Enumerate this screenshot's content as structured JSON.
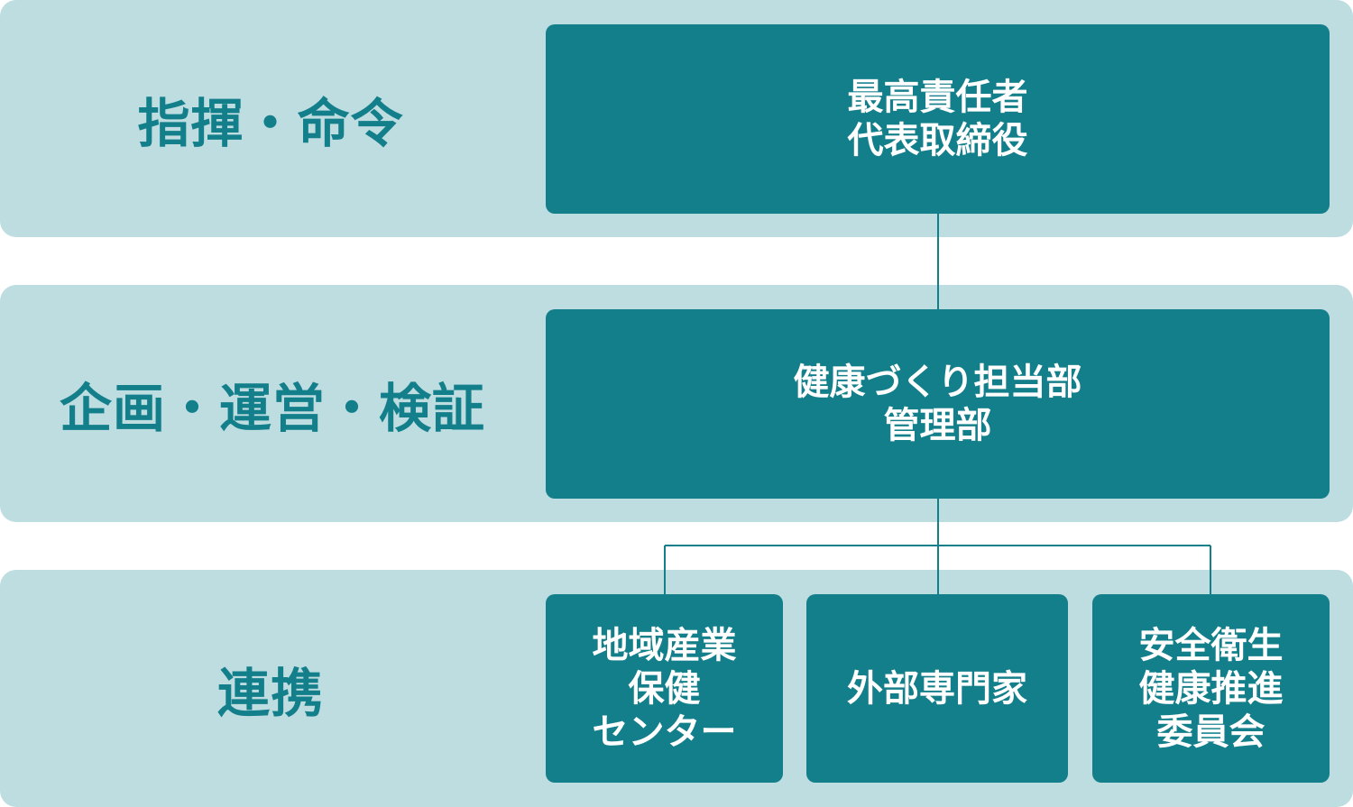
{
  "bands": {
    "command": {
      "label": "指揮・命令"
    },
    "planning": {
      "label": "企画・運営・検証"
    },
    "coordination": {
      "label": "連携"
    }
  },
  "boxes": {
    "top": {
      "line1": "最高責任者",
      "line2": "代表取締役"
    },
    "middle": {
      "line1": "健康づくり担当部",
      "line2": "管理部"
    },
    "regional_center": {
      "line1": "地域産業",
      "line2": "保健",
      "line3": "センター"
    },
    "external_experts": {
      "line1": "外部専門家"
    },
    "safety_committee": {
      "line1": "安全衛生",
      "line2": "健康推進",
      "line3": "委員会"
    }
  },
  "colors": {
    "band_background": "#bddde1",
    "box_fill": "#137f8b",
    "label_text": "#137f8b",
    "box_text": "#ffffff",
    "connector": "#137f8b"
  }
}
